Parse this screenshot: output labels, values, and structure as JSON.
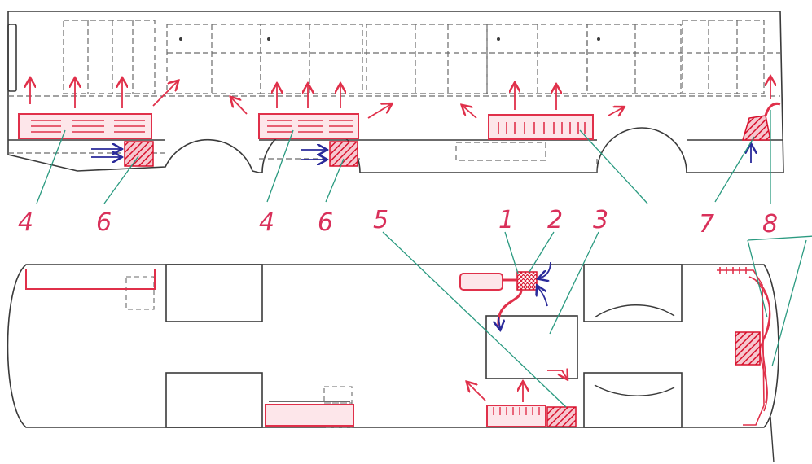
{
  "colors": {
    "outline": "#3a3a3a",
    "dash": "#6a6a6a",
    "heater": "#e0304a",
    "heater_fill": "#f8b8c2",
    "fan": "#d8102c",
    "blue_arrow": "#2a2a9a",
    "leader": "#2a9a80",
    "label": "#d9305a"
  },
  "labels": {
    "side_4a": "4",
    "side_6a": "6",
    "side_4b": "4",
    "side_6b": "6",
    "side_5": "5",
    "side_7": "7",
    "side_8": "8",
    "top_1": "1",
    "top_2": "2",
    "top_3": "3"
  }
}
